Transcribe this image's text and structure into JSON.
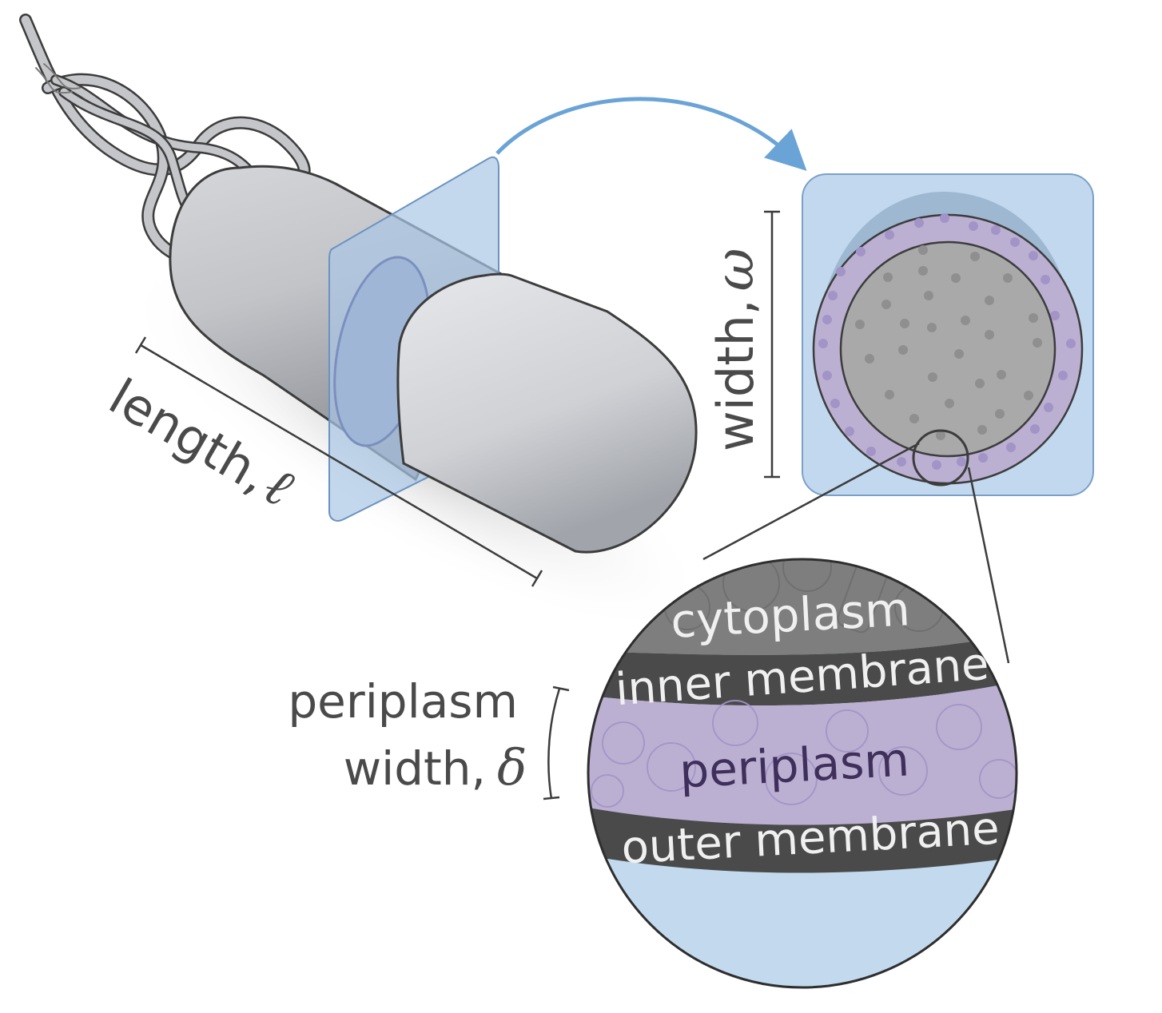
{
  "diagram": {
    "title": "Bacterial cell geometry and envelope layers",
    "colors": {
      "cell_body": "#c4c6ca",
      "cell_outline": "#3c3c3c",
      "slice_plane": "#a9c6e6",
      "arrow": "#6aa3d6",
      "periplasm": "#bcb0d2",
      "periplasm_dots": "#a294c6",
      "cytoplasm": "#a9a9a9",
      "cytoplasm_dots": "#8f8f8f",
      "membrane": "#4a4a4a",
      "exterior": "#c3d9ee",
      "text_dark": "#4a4a4a",
      "text_light": "#f0f0f0",
      "text_periplasm": "#3e2f5b"
    },
    "labels": {
      "length": {
        "text": "length,",
        "symbol": "ℓ"
      },
      "width": {
        "text": "width,",
        "symbol": "ω"
      },
      "periplasm_width": {
        "line1": "periplasm",
        "line2": "width,",
        "symbol": "δ"
      },
      "cytoplasm": "cytoplasm",
      "inner_membrane": "inner membrane",
      "periplasm": "periplasm",
      "outer_membrane": "outer membrane"
    },
    "parts": {
      "cell": "rod-shaped bacterium",
      "flagella": "flagella bundle",
      "slice": "cross-section plane",
      "arrow": "cross-section arrow",
      "cross_section": "cross-section view",
      "zoom_lens": "magnified envelope view"
    }
  }
}
